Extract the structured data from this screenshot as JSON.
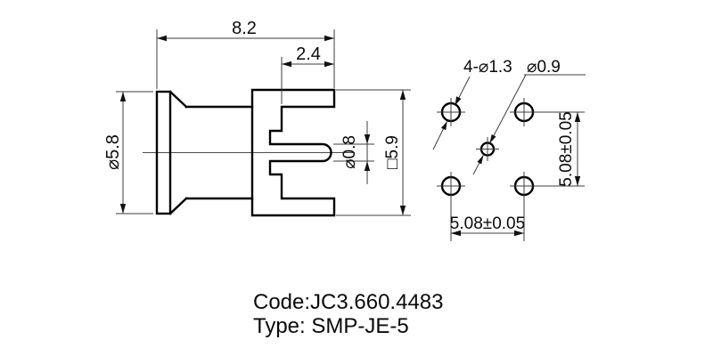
{
  "drawing": {
    "side_view": {
      "dim_total_width": "8.2",
      "dim_leg_length": "2.4",
      "dim_flange_dia": "⌀5.8",
      "dim_pin_dia": "⌀0.8",
      "dim_body_square": "□5.9"
    },
    "footprint_view": {
      "label_corner_holes": "4-⌀1.3",
      "label_center_hole": "⌀0.9",
      "dim_horizontal": "5.08±0.05",
      "dim_vertical": "5.08±0.05"
    },
    "title_block": {
      "code_line": "Code:JC3.660.4483",
      "type_line": "Type: SMP-JE-5"
    },
    "colors": {
      "line": "#000000",
      "thin_line": "#3d3d3d",
      "background": "#ffffff"
    }
  }
}
